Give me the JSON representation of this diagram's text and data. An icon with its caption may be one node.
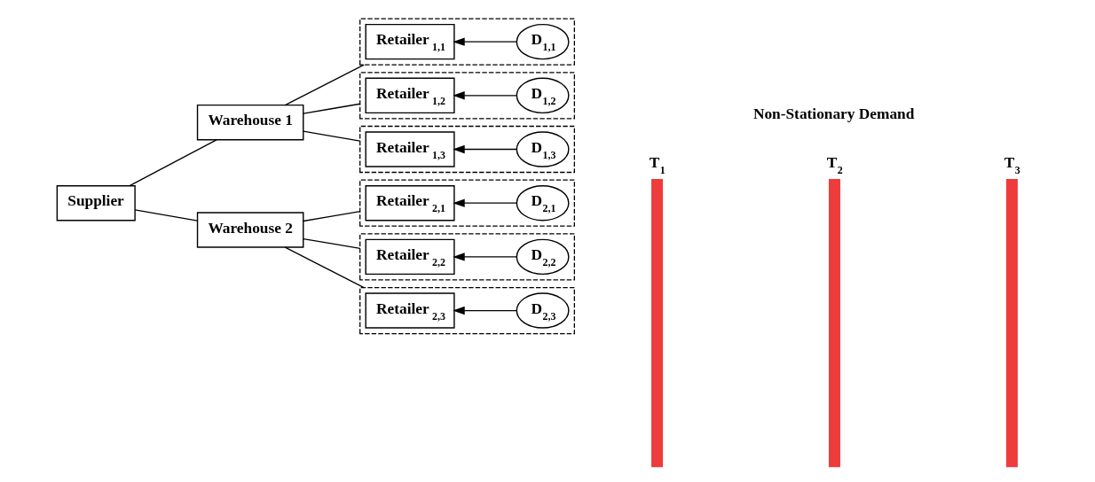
{
  "diagram": {
    "nodes": [
      {
        "text": [
          "Supplier"
        ]
      },
      {
        "text": [
          "Warehouse 1"
        ]
      },
      {
        "text": [
          "Warehouse 2"
        ]
      },
      {
        "text": [],
        "shape": "box"
      },
      {
        "text": [
          "Retailer $_{1,1}$"
        ],
        "in": 3
      },
      {
        "text": [
          "D$_{1,1}$"
        ],
        "in": 3
      },
      {
        "text": [],
        "shape": "box"
      },
      {
        "text": [
          "Retailer $_{1,2}$"
        ],
        "in": 6
      },
      {
        "text": [
          "D$_{1,2}$"
        ],
        "in": 6
      },
      {
        "text": [],
        "shape": "box"
      },
      {
        "text": [
          "Retailer $_{1,3}$"
        ],
        "in": 9
      },
      {
        "text": [
          "D$_{1,3}$"
        ],
        "in": 9
      },
      {
        "text": [],
        "shape": "box"
      },
      {
        "text": [
          "Retailer $_{2,1}$"
        ],
        "in": 12
      },
      {
        "text": [
          "D$_{2,1}$"
        ],
        "in": 12
      },
      {
        "text": [],
        "shape": "box"
      },
      {
        "text": [
          "Retailer $_{2,2}$"
        ],
        "in": 15
      },
      {
        "text": [
          "D$_{2,2}$"
        ],
        "in": 15
      },
      {
        "text": [],
        "shape": "box"
      },
      {
        "text": [
          "Retailer $_{2,3}$"
        ],
        "in": 18
      },
      {
        "text": [
          "D$_{2,3}$"
        ],
        "in": 18
      }
    ],
    "edges": [
      {
        "from": 0,
        "to": 1,
        "arrow": "none"
      },
      {
        "from": 0,
        "to": 2,
        "arrow": "none"
      },
      {
        "from": 1,
        "to": 3,
        "arrow": "none"
      },
      {
        "from": 1,
        "to": 6,
        "arrow": "none"
      },
      {
        "from": 1,
        "to": 9,
        "arrow": "none"
      },
      {
        "from": 2,
        "to": 12,
        "arrow": "none"
      },
      {
        "from": 2,
        "to": 15,
        "arrow": "none"
      },
      {
        "from": 2,
        "to": 18,
        "arrow": "none"
      },
      {
        "from": 5,
        "to": 4,
        "arrow": "to"
      },
      {
        "from": 8,
        "to": 7,
        "arrow": "to"
      },
      {
        "from": 11,
        "to": 10,
        "arrow": "to"
      },
      {
        "from": 14,
        "to": 13,
        "arrow": "to"
      },
      {
        "from": 17,
        "to": 16,
        "arrow": "to"
      },
      {
        "from": 20,
        "to": 19,
        "arrow": "to"
      }
    ],
    "labels": [
      "Non-Stationary Demand",
      "T$_{1}$",
      "T$_{2}$",
      "T$_{3}$"
    ]
  }
}
